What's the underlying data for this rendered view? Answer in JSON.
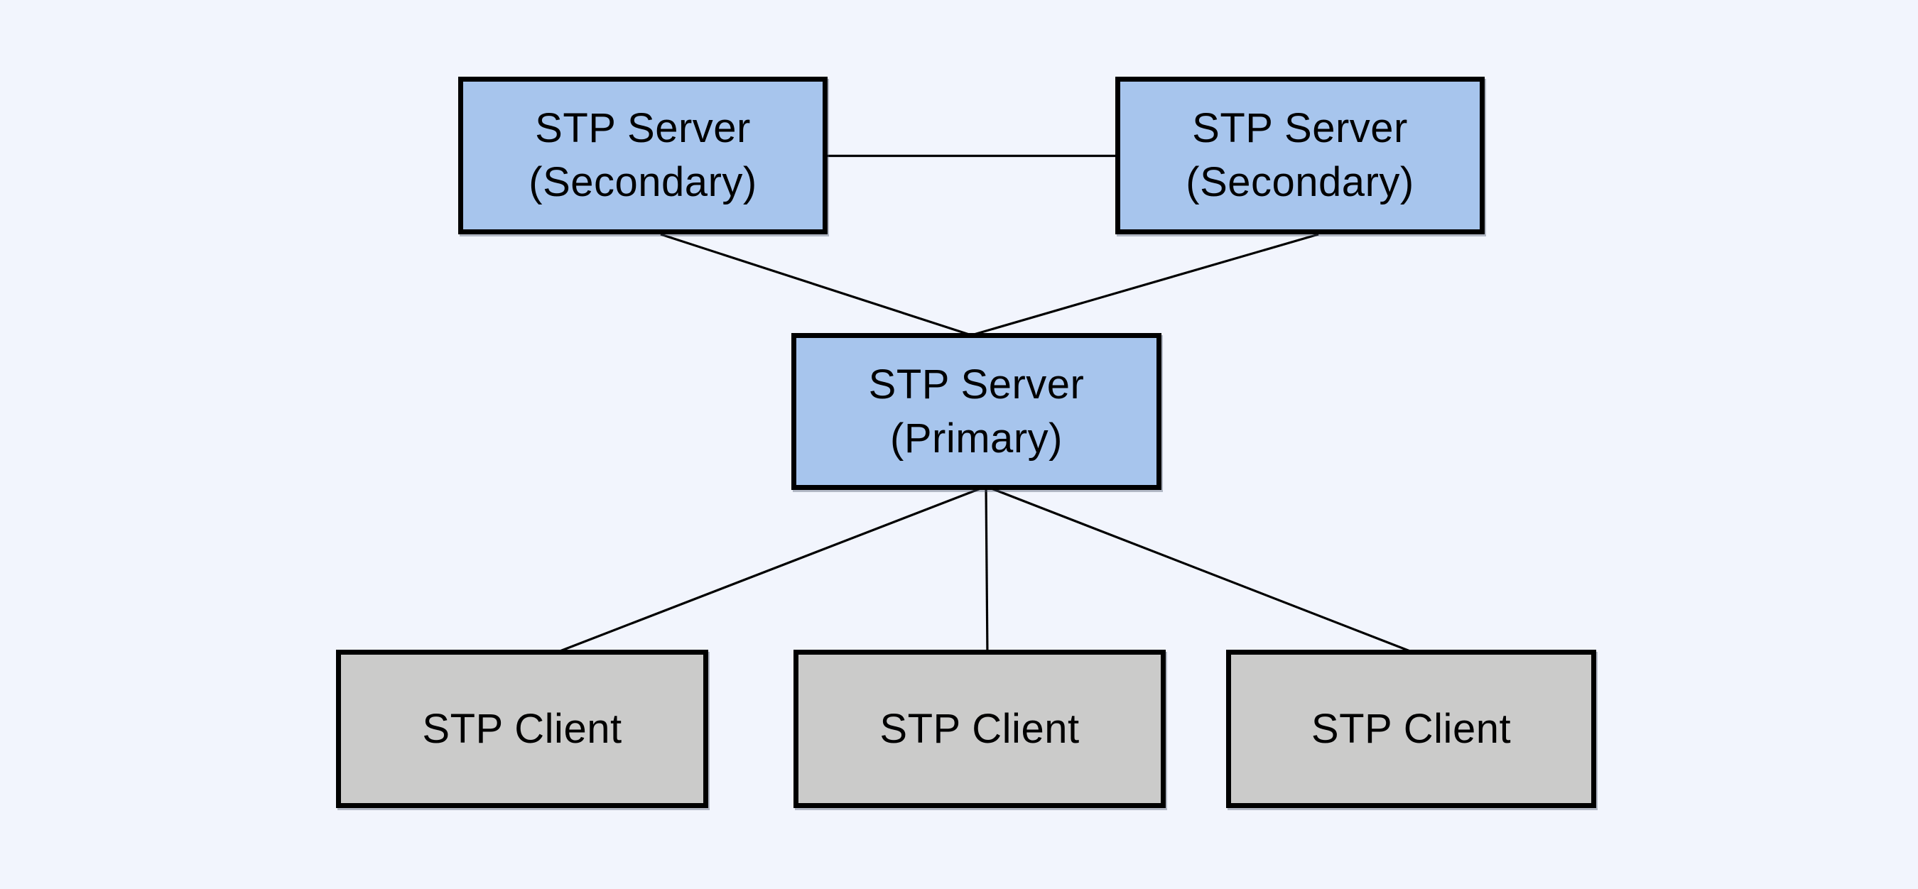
{
  "diagram": {
    "type": "network-topology",
    "nodes": {
      "secondary_left": {
        "label_line1": "STP Server",
        "label_line2": "(Secondary)",
        "role": "server"
      },
      "secondary_right": {
        "label_line1": "STP Server",
        "label_line2": "(Secondary)",
        "role": "server"
      },
      "primary": {
        "label_line1": "STP Server",
        "label_line2": "(Primary)",
        "role": "server"
      },
      "client_left": {
        "label": "STP Client",
        "role": "client"
      },
      "client_center": {
        "label": "STP Client",
        "role": "client"
      },
      "client_right": {
        "label": "STP Client",
        "role": "client"
      }
    },
    "edges": [
      {
        "from": "secondary_left",
        "to": "secondary_right"
      },
      {
        "from": "secondary_left",
        "to": "primary"
      },
      {
        "from": "secondary_right",
        "to": "primary"
      },
      {
        "from": "primary",
        "to": "client_left"
      },
      {
        "from": "primary",
        "to": "client_center"
      },
      {
        "from": "primary",
        "to": "client_right"
      }
    ],
    "colors": {
      "server_fill": "#a7c5ed",
      "client_fill": "#cbcbca",
      "node_border": "#000000",
      "edge_stroke": "#000000",
      "text": "#000000",
      "background": "#f2f5fd"
    }
  }
}
